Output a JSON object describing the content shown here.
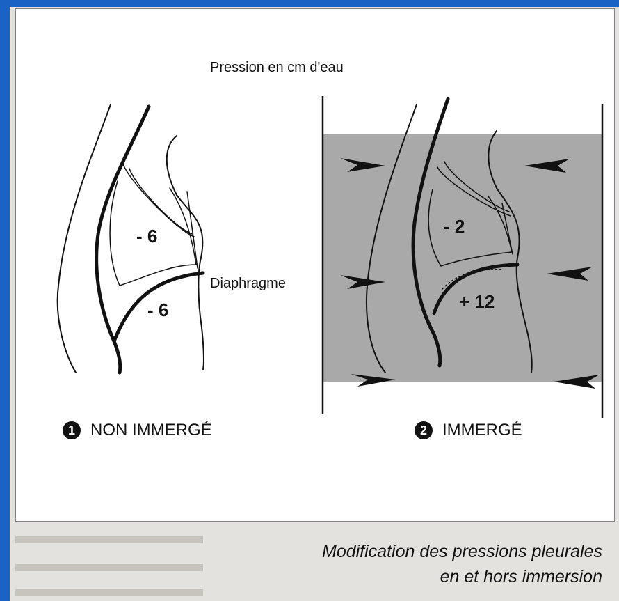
{
  "diagram": {
    "title": "Pression en cm d'eau",
    "diaphragm_label": "Diaphragme",
    "left_panel": {
      "number": "1",
      "label": "NON IMMERGÉ",
      "pleural_value": "- 6",
      "abdominal_value": "- 6"
    },
    "right_panel": {
      "number": "2",
      "label": "IMMERGÉ",
      "pleural_value": "- 2",
      "abdominal_value": "+ 12"
    }
  },
  "caption": {
    "line1": "Modification des pressions pleurales",
    "line2": "en et hors immersion"
  },
  "colors": {
    "water": "#a9a9a9",
    "outline": "#111111",
    "background_blue": "#1a63c4"
  }
}
